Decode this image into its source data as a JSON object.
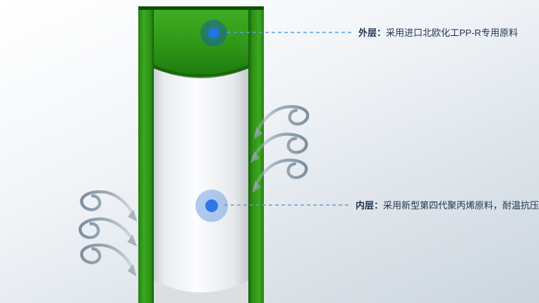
{
  "scene": {
    "description": "PP-R dual-layer pipe structure diagram",
    "callouts": {
      "outer": {
        "term": "外层：",
        "desc": "采用进口北欧化工PP-R专用原料"
      },
      "inner": {
        "term": "内层：",
        "desc": "采用新型第四代聚丙烯原料，耐温抗压"
      }
    },
    "icons": {
      "swirl": "steam-swirl-icon",
      "outer_marker": "outer-layer-marker-dot",
      "inner_marker": "inner-layer-marker-dot"
    },
    "colors": {
      "pipe_green": "#2f9718",
      "pipe_green_light": "#3fae22",
      "pipe_green_dark": "#15600a",
      "inner_surface": "#fbfcfd",
      "marker_blue": "#1f76dd",
      "inner_marker_blue": "#2e77e6",
      "callout_line_blue": "#5e9fd8",
      "text_color": "#1e3350",
      "swirl_gray": "#8fa0b0",
      "background_light": "#ffffff",
      "background_dark": "#ccd5de"
    }
  }
}
